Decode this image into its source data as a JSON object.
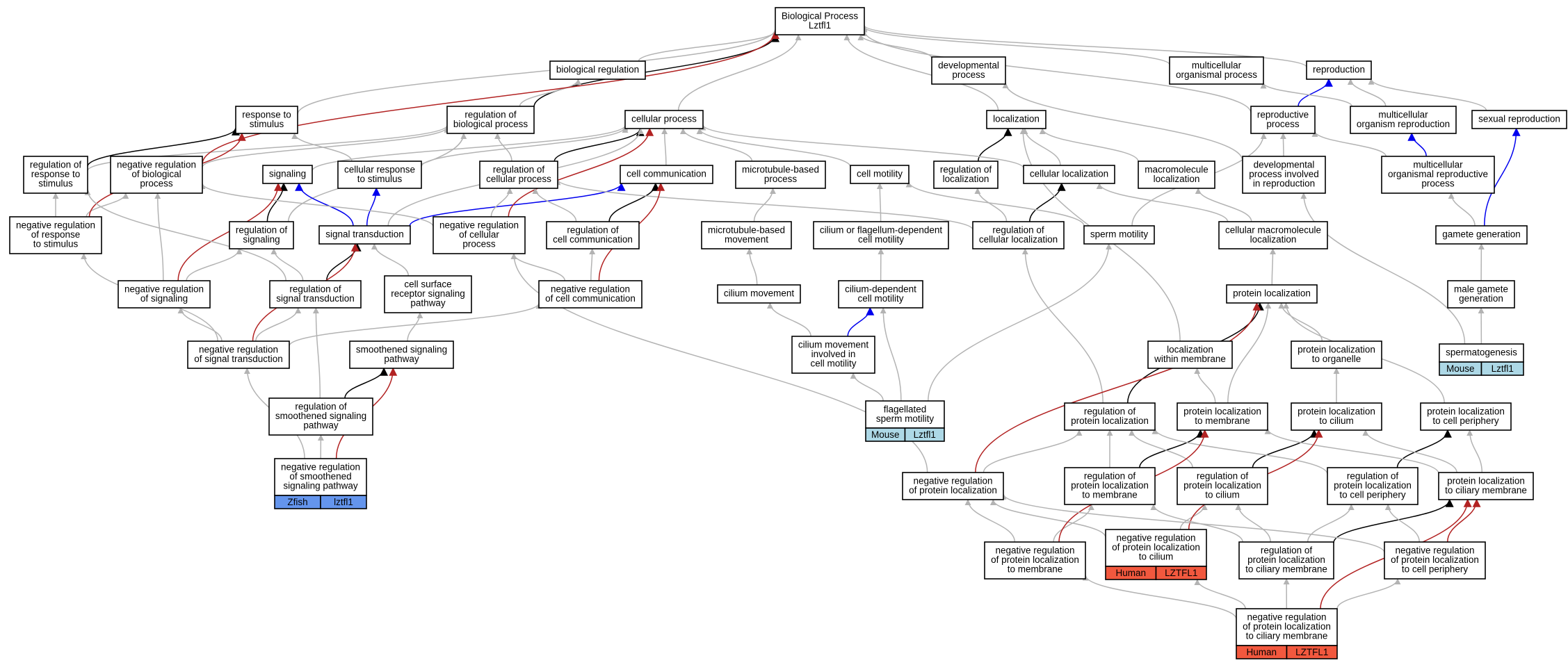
{
  "colors": {
    "is_a": "#b3b3b3",
    "part_of": "#000000",
    "positively_regulates": "#0000ee",
    "negatively_regulates": "#b22222",
    "mouse": "#add8e6",
    "zfish": "#6495ed",
    "human": "#f2583e"
  },
  "nodes": [
    {
      "id": "root",
      "lines": [
        "Biological Process",
        "Lztfl1"
      ]
    },
    {
      "id": "bioreg",
      "lines": [
        "biological regulation"
      ]
    },
    {
      "id": "devproc",
      "lines": [
        "developmental",
        "process"
      ]
    },
    {
      "id": "mop",
      "lines": [
        "multicellular",
        "organismal process"
      ]
    },
    {
      "id": "repro",
      "lines": [
        "reproduction"
      ]
    },
    {
      "id": "resp",
      "lines": [
        "response to",
        "stimulus"
      ]
    },
    {
      "id": "regbp",
      "lines": [
        "regulation of",
        "biological process"
      ]
    },
    {
      "id": "cellproc",
      "lines": [
        "cellular process"
      ]
    },
    {
      "id": "loc",
      "lines": [
        "localization"
      ]
    },
    {
      "id": "reproproc",
      "lines": [
        "reproductive",
        "process"
      ]
    },
    {
      "id": "mcorgrepro",
      "lines": [
        "multicellular",
        "organism reproduction"
      ]
    },
    {
      "id": "sexrepro",
      "lines": [
        "sexual reproduction"
      ]
    },
    {
      "id": "regresp",
      "lines": [
        "regulation of",
        "response to",
        "stimulus"
      ]
    },
    {
      "id": "negregbp",
      "lines": [
        "negative regulation",
        "of biological",
        "process"
      ]
    },
    {
      "id": "signaling",
      "lines": [
        "signaling"
      ]
    },
    {
      "id": "cellresp",
      "lines": [
        "cellular response",
        "to stimulus"
      ]
    },
    {
      "id": "regcp",
      "lines": [
        "regulation of",
        "cellular process"
      ]
    },
    {
      "id": "cellcomm",
      "lines": [
        "cell communication"
      ]
    },
    {
      "id": "mtproc",
      "lines": [
        "microtubule-based",
        "process"
      ]
    },
    {
      "id": "cellmot",
      "lines": [
        "cell motility"
      ]
    },
    {
      "id": "regloc",
      "lines": [
        "regulation of",
        "localization"
      ]
    },
    {
      "id": "cellloc",
      "lines": [
        "cellular localization"
      ]
    },
    {
      "id": "macroloc",
      "lines": [
        "macromolecule",
        "localization"
      ]
    },
    {
      "id": "devrepro",
      "lines": [
        "developmental",
        "process involved",
        "in reproduction"
      ]
    },
    {
      "id": "mcrepro",
      "lines": [
        "multicellular",
        "organismal reproductive",
        "process"
      ]
    },
    {
      "id": "negregresp",
      "lines": [
        "negative regulation",
        "of response",
        "to stimulus"
      ]
    },
    {
      "id": "regsig",
      "lines": [
        "regulation of",
        "signaling"
      ]
    },
    {
      "id": "sigtrans",
      "lines": [
        "signal transduction"
      ]
    },
    {
      "id": "negregcp",
      "lines": [
        "negative regulation",
        "of cellular",
        "process"
      ]
    },
    {
      "id": "regcc",
      "lines": [
        "regulation of",
        "cell communication"
      ]
    },
    {
      "id": "mtmove",
      "lines": [
        "microtubule-based",
        "movement"
      ]
    },
    {
      "id": "ciliumflag",
      "lines": [
        "cilium or flagellum-dependent",
        "cell motility"
      ]
    },
    {
      "id": "regcellloc",
      "lines": [
        "regulation of",
        "cellular localization"
      ]
    },
    {
      "id": "spermmot",
      "lines": [
        "sperm motility"
      ]
    },
    {
      "id": "cellmacroloc",
      "lines": [
        "cellular macromolecule",
        "localization"
      ]
    },
    {
      "id": "gamgen",
      "lines": [
        "gamete generation"
      ]
    },
    {
      "id": "negregsig",
      "lines": [
        "negative regulation",
        "of signaling"
      ]
    },
    {
      "id": "regst",
      "lines": [
        "regulation of",
        "signal transduction"
      ]
    },
    {
      "id": "cellsurf",
      "lines": [
        "cell surface",
        "receptor signaling",
        "pathway"
      ]
    },
    {
      "id": "negregcc",
      "lines": [
        "negative regulation",
        "of cell communication"
      ]
    },
    {
      "id": "cilmove",
      "lines": [
        "cilium movement"
      ]
    },
    {
      "id": "ciliumdep",
      "lines": [
        "cilium-dependent",
        "cell motility"
      ]
    },
    {
      "id": "protloc",
      "lines": [
        "protein localization"
      ]
    },
    {
      "id": "malegam",
      "lines": [
        "male gamete",
        "generation"
      ]
    },
    {
      "id": "negregst",
      "lines": [
        "negative regulation",
        "of signal transduction"
      ]
    },
    {
      "id": "shh",
      "lines": [
        "smoothened signaling",
        "pathway"
      ]
    },
    {
      "id": "cilmoveinv",
      "lines": [
        "cilium movement",
        "involved in",
        "cell motility"
      ]
    },
    {
      "id": "locmem",
      "lines": [
        "localization",
        "within membrane"
      ]
    },
    {
      "id": "protlocorg",
      "lines": [
        "protein localization",
        "to organelle"
      ]
    },
    {
      "id": "spermato",
      "lines": [
        "spermatogenesis"
      ],
      "ann": [
        "Mouse",
        "Lztfl1"
      ],
      "annColor": "mouse"
    },
    {
      "id": "regshh",
      "lines": [
        "regulation of",
        "smoothened signaling",
        "pathway"
      ]
    },
    {
      "id": "flagsperm",
      "lines": [
        "flagellated",
        "sperm motility"
      ],
      "ann": [
        "Mouse",
        "Lztfl1"
      ],
      "annColor": "mouse"
    },
    {
      "id": "regprotloc",
      "lines": [
        "regulation of",
        "protein localization"
      ]
    },
    {
      "id": "plmem",
      "lines": [
        "protein localization",
        "to membrane"
      ]
    },
    {
      "id": "plcil",
      "lines": [
        "protein localization",
        "to cilium"
      ]
    },
    {
      "id": "plcp",
      "lines": [
        "protein localization",
        "to cell periphery"
      ]
    },
    {
      "id": "negregshh",
      "lines": [
        "negative regulation",
        "of smoothened",
        "signaling pathway"
      ],
      "ann": [
        "Zfish",
        "lztfl1"
      ],
      "annColor": "zfish"
    },
    {
      "id": "negregprotloc",
      "lines": [
        "negative regulation",
        "of protein localization"
      ]
    },
    {
      "id": "regplmem",
      "lines": [
        "regulation of",
        "protein localization",
        "to membrane"
      ]
    },
    {
      "id": "regplcil",
      "lines": [
        "regulation of",
        "protein localization",
        "to cilium"
      ]
    },
    {
      "id": "regplcp",
      "lines": [
        "regulation of",
        "protein localization",
        "to cell periphery"
      ]
    },
    {
      "id": "plcm",
      "lines": [
        "protein localization",
        "to ciliary membrane"
      ]
    },
    {
      "id": "negregplcil",
      "lines": [
        "negative regulation",
        "of protein localization",
        "to cilium"
      ],
      "ann": [
        "Human",
        "LZTFL1"
      ],
      "annColor": "human"
    },
    {
      "id": "negregplmem",
      "lines": [
        "negative regulation",
        "of protein localization",
        "to membrane"
      ]
    },
    {
      "id": "regplcm",
      "lines": [
        "regulation of",
        "protein localization",
        "to ciliary membrane"
      ]
    },
    {
      "id": "negregplcp",
      "lines": [
        "negative regulation",
        "of protein localization",
        "to cell periphery"
      ]
    },
    {
      "id": "negregplcm",
      "lines": [
        "negative regulation",
        "of protein localization",
        "to ciliary membrane"
      ],
      "ann": [
        "Human",
        "LZTFL1"
      ],
      "annColor": "human"
    }
  ],
  "edges": [
    {
      "from": "bioreg",
      "to": "root",
      "type": "is_a"
    },
    {
      "from": "devproc",
      "to": "root",
      "type": "is_a"
    },
    {
      "from": "mop",
      "to": "root",
      "type": "is_a"
    },
    {
      "from": "repro",
      "to": "root",
      "type": "is_a"
    },
    {
      "from": "resp",
      "to": "root",
      "type": "is_a"
    },
    {
      "from": "regbp",
      "to": "root",
      "type": "part_of"
    },
    {
      "from": "regbp",
      "to": "bioreg",
      "type": "is_a"
    },
    {
      "from": "cellproc",
      "to": "root",
      "type": "is_a"
    },
    {
      "from": "loc",
      "to": "root",
      "type": "is_a"
    },
    {
      "from": "reproproc",
      "to": "root",
      "type": "is_a"
    },
    {
      "from": "reproproc",
      "to": "repro",
      "type": "positively_regulates"
    },
    {
      "from": "mcorgrepro",
      "to": "repro",
      "type": "is_a"
    },
    {
      "from": "mcorgrepro",
      "to": "mop",
      "type": "is_a"
    },
    {
      "from": "sexrepro",
      "to": "repro",
      "type": "is_a"
    },
    {
      "from": "regresp",
      "to": "resp",
      "type": "part_of"
    },
    {
      "from": "regresp",
      "to": "regbp",
      "type": "is_a"
    },
    {
      "from": "negregbp",
      "to": "regbp",
      "type": "is_a"
    },
    {
      "from": "negregbp",
      "to": "root",
      "type": "negatively_regulates"
    },
    {
      "from": "signaling",
      "to": "cellproc",
      "type": "is_a"
    },
    {
      "from": "cellresp",
      "to": "resp",
      "type": "is_a"
    },
    {
      "from": "cellresp",
      "to": "cellproc",
      "type": "is_a"
    },
    {
      "from": "regcp",
      "to": "regbp",
      "type": "is_a"
    },
    {
      "from": "regcp",
      "to": "cellproc",
      "type": "part_of"
    },
    {
      "from": "cellcomm",
      "to": "cellproc",
      "type": "is_a"
    },
    {
      "from": "mtproc",
      "to": "cellproc",
      "type": "is_a"
    },
    {
      "from": "cellmot",
      "to": "cellproc",
      "type": "is_a"
    },
    {
      "from": "regloc",
      "to": "loc",
      "type": "part_of"
    },
    {
      "from": "cellloc",
      "to": "loc",
      "type": "is_a"
    },
    {
      "from": "cellloc",
      "to": "cellproc",
      "type": "is_a"
    },
    {
      "from": "macroloc",
      "to": "loc",
      "type": "is_a"
    },
    {
      "from": "devrepro",
      "to": "reproproc",
      "type": "is_a"
    },
    {
      "from": "devrepro",
      "to": "devproc",
      "type": "is_a"
    },
    {
      "from": "mcrepro",
      "to": "mcorgrepro",
      "type": "positively_regulates"
    },
    {
      "from": "mcrepro",
      "to": "reproproc",
      "type": "is_a"
    },
    {
      "from": "negregresp",
      "to": "regresp",
      "type": "is_a"
    },
    {
      "from": "negregresp",
      "to": "negregbp",
      "type": "is_a"
    },
    {
      "from": "negregresp",
      "to": "resp",
      "type": "negatively_regulates"
    },
    {
      "from": "regsig",
      "to": "signaling",
      "type": "part_of"
    },
    {
      "from": "regsig",
      "to": "regbp",
      "type": "is_a"
    },
    {
      "from": "sigtrans",
      "to": "signaling",
      "type": "positively_regulates"
    },
    {
      "from": "sigtrans",
      "to": "cellresp",
      "type": "positively_regulates"
    },
    {
      "from": "sigtrans",
      "to": "cellcomm",
      "type": "positively_regulates"
    },
    {
      "from": "sigtrans",
      "to": "cellproc",
      "type": "is_a"
    },
    {
      "from": "negregcp",
      "to": "regcp",
      "type": "is_a"
    },
    {
      "from": "negregcp",
      "to": "negregbp",
      "type": "is_a"
    },
    {
      "from": "negregcp",
      "to": "cellproc",
      "type": "negatively_regulates"
    },
    {
      "from": "regcc",
      "to": "cellcomm",
      "type": "part_of"
    },
    {
      "from": "regcc",
      "to": "regcp",
      "type": "is_a"
    },
    {
      "from": "mtmove",
      "to": "mtproc",
      "type": "is_a"
    },
    {
      "from": "ciliumflag",
      "to": "cellmot",
      "type": "is_a"
    },
    {
      "from": "regcellloc",
      "to": "cellloc",
      "type": "part_of"
    },
    {
      "from": "regcellloc",
      "to": "regloc",
      "type": "is_a"
    },
    {
      "from": "regcellloc",
      "to": "regcp",
      "type": "is_a"
    },
    {
      "from": "spermmot",
      "to": "cellmot",
      "type": "is_a"
    },
    {
      "from": "spermmot",
      "to": "reproproc",
      "type": "is_a"
    },
    {
      "from": "cellmacroloc",
      "to": "macroloc",
      "type": "is_a"
    },
    {
      "from": "cellmacroloc",
      "to": "cellloc",
      "type": "is_a"
    },
    {
      "from": "gamgen",
      "to": "mcrepro",
      "type": "is_a"
    },
    {
      "from": "gamgen",
      "to": "sexrepro",
      "type": "positively_regulates"
    },
    {
      "from": "negregsig",
      "to": "regsig",
      "type": "is_a"
    },
    {
      "from": "negregsig",
      "to": "negregbp",
      "type": "is_a"
    },
    {
      "from": "negregsig",
      "to": "signaling",
      "type": "negatively_regulates"
    },
    {
      "from": "regst",
      "to": "sigtrans",
      "type": "part_of"
    },
    {
      "from": "regst",
      "to": "regsig",
      "type": "is_a"
    },
    {
      "from": "regst",
      "to": "regresp",
      "type": "is_a"
    },
    {
      "from": "cellsurf",
      "to": "sigtrans",
      "type": "is_a"
    },
    {
      "from": "negregcc",
      "to": "regcc",
      "type": "is_a"
    },
    {
      "from": "negregcc",
      "to": "negregcp",
      "type": "is_a"
    },
    {
      "from": "negregcc",
      "to": "cellcomm",
      "type": "negatively_regulates"
    },
    {
      "from": "cilmove",
      "to": "mtmove",
      "type": "is_a"
    },
    {
      "from": "ciliumdep",
      "to": "ciliumflag",
      "type": "is_a"
    },
    {
      "from": "protloc",
      "to": "cellmacroloc",
      "type": "is_a"
    },
    {
      "from": "malegam",
      "to": "gamgen",
      "type": "is_a"
    },
    {
      "from": "negregst",
      "to": "regst",
      "type": "is_a"
    },
    {
      "from": "negregst",
      "to": "negregsig",
      "type": "is_a"
    },
    {
      "from": "negregst",
      "to": "negregresp",
      "type": "is_a"
    },
    {
      "from": "negregst",
      "to": "negregcc",
      "type": "is_a"
    },
    {
      "from": "negregst",
      "to": "sigtrans",
      "type": "negatively_regulates"
    },
    {
      "from": "shh",
      "to": "cellsurf",
      "type": "is_a"
    },
    {
      "from": "cilmoveinv",
      "to": "cilmove",
      "type": "is_a"
    },
    {
      "from": "cilmoveinv",
      "to": "ciliumdep",
      "type": "positively_regulates"
    },
    {
      "from": "locmem",
      "to": "loc",
      "type": "is_a"
    },
    {
      "from": "protlocorg",
      "to": "protloc",
      "type": "is_a"
    },
    {
      "from": "spermato",
      "to": "malegam",
      "type": "is_a"
    },
    {
      "from": "spermato",
      "to": "devrepro",
      "type": "is_a"
    },
    {
      "from": "regshh",
      "to": "shh",
      "type": "part_of"
    },
    {
      "from": "regshh",
      "to": "regst",
      "type": "is_a"
    },
    {
      "from": "flagsperm",
      "to": "ciliumdep",
      "type": "is_a"
    },
    {
      "from": "flagsperm",
      "to": "spermmot",
      "type": "is_a"
    },
    {
      "from": "flagsperm",
      "to": "cilmoveinv",
      "type": "is_a"
    },
    {
      "from": "regprotloc",
      "to": "protloc",
      "type": "part_of"
    },
    {
      "from": "regprotloc",
      "to": "regcellloc",
      "type": "is_a"
    },
    {
      "from": "plmem",
      "to": "protloc",
      "type": "is_a"
    },
    {
      "from": "plmem",
      "to": "locmem",
      "type": "is_a"
    },
    {
      "from": "plcil",
      "to": "protlocorg",
      "type": "is_a"
    },
    {
      "from": "plcp",
      "to": "protloc",
      "type": "is_a"
    },
    {
      "from": "negregshh",
      "to": "regshh",
      "type": "is_a"
    },
    {
      "from": "negregshh",
      "to": "negregst",
      "type": "is_a"
    },
    {
      "from": "negregshh",
      "to": "shh",
      "type": "negatively_regulates"
    },
    {
      "from": "negregprotloc",
      "to": "regprotloc",
      "type": "is_a"
    },
    {
      "from": "negregprotloc",
      "to": "negregcp",
      "type": "is_a"
    },
    {
      "from": "negregprotloc",
      "to": "protloc",
      "type": "negatively_regulates"
    },
    {
      "from": "regplmem",
      "to": "regprotloc",
      "type": "is_a"
    },
    {
      "from": "regplmem",
      "to": "plmem",
      "type": "part_of"
    },
    {
      "from": "regplcil",
      "to": "regprotloc",
      "type": "is_a"
    },
    {
      "from": "regplcil",
      "to": "plcil",
      "type": "part_of"
    },
    {
      "from": "regplcp",
      "to": "regprotloc",
      "type": "is_a"
    },
    {
      "from": "regplcp",
      "to": "plcp",
      "type": "part_of"
    },
    {
      "from": "plcm",
      "to": "plmem",
      "type": "is_a"
    },
    {
      "from": "plcm",
      "to": "plcil",
      "type": "is_a"
    },
    {
      "from": "plcm",
      "to": "plcp",
      "type": "is_a"
    },
    {
      "from": "negregplcil",
      "to": "regplcil",
      "type": "is_a"
    },
    {
      "from": "negregplcil",
      "to": "negregprotloc",
      "type": "is_a"
    },
    {
      "from": "negregplcil",
      "to": "plcil",
      "type": "negatively_regulates"
    },
    {
      "from": "negregplmem",
      "to": "regplmem",
      "type": "is_a"
    },
    {
      "from": "negregplmem",
      "to": "negregprotloc",
      "type": "is_a"
    },
    {
      "from": "negregplmem",
      "to": "plmem",
      "type": "negatively_regulates"
    },
    {
      "from": "regplcm",
      "to": "regplmem",
      "type": "is_a"
    },
    {
      "from": "regplcm",
      "to": "regplcil",
      "type": "is_a"
    },
    {
      "from": "regplcm",
      "to": "regplcp",
      "type": "is_a"
    },
    {
      "from": "regplcm",
      "to": "plcm",
      "type": "part_of"
    },
    {
      "from": "negregplcp",
      "to": "regplcp",
      "type": "is_a"
    },
    {
      "from": "negregplcp",
      "to": "negregprotloc",
      "type": "is_a"
    },
    {
      "from": "negregplcp",
      "to": "plcm",
      "type": "negatively_regulates"
    },
    {
      "from": "negregplcm",
      "to": "regplcm",
      "type": "is_a"
    },
    {
      "from": "negregplcm",
      "to": "negregplcil",
      "type": "is_a"
    },
    {
      "from": "negregplcm",
      "to": "negregplmem",
      "type": "is_a"
    },
    {
      "from": "negregplcm",
      "to": "negregplcp",
      "type": "is_a"
    },
    {
      "from": "negregplcm",
      "to": "plcm",
      "type": "negatively_regulates"
    }
  ]
}
